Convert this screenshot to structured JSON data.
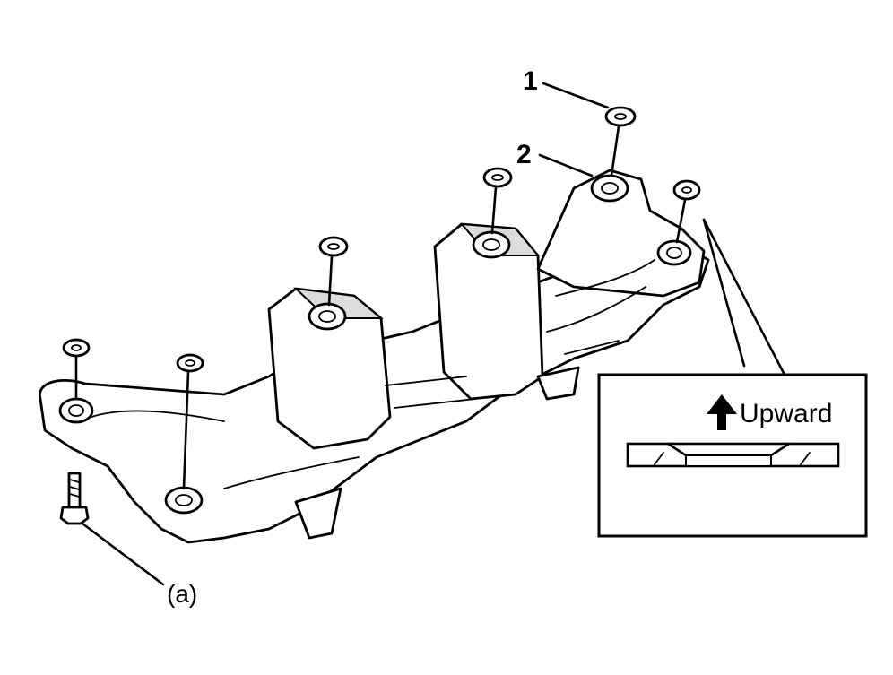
{
  "callouts": {
    "one": "1",
    "two": "2",
    "a": "(a)"
  },
  "detail": {
    "label": "Upward",
    "arrow_icon": "up-arrow-icon"
  }
}
